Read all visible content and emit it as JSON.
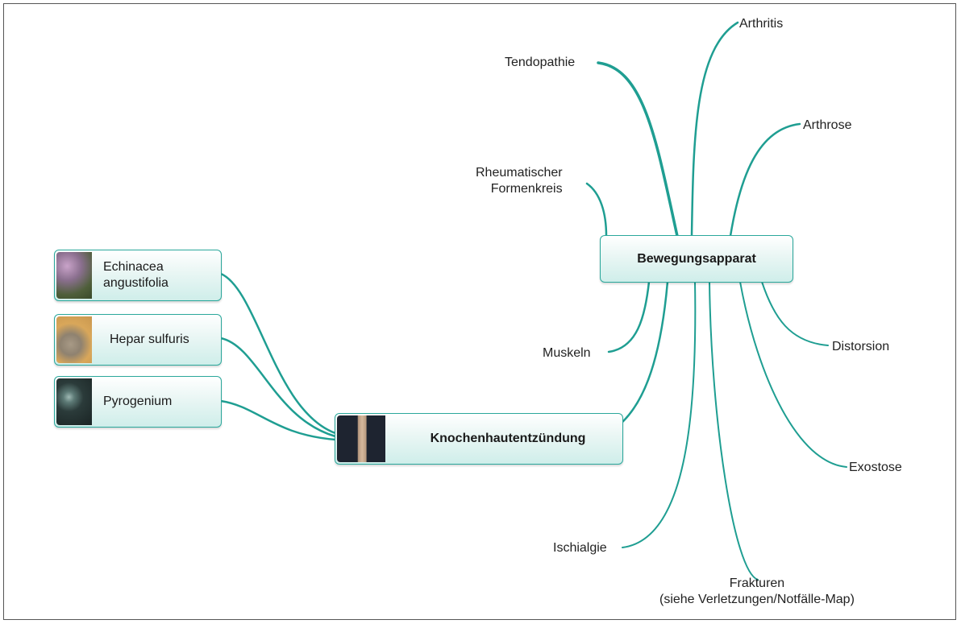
{
  "central": {
    "label": "Bewegungsapparat"
  },
  "sub_node": {
    "label": "Knochenhautentzündung"
  },
  "remedies": [
    {
      "label": "Echinacea\nangustifolia",
      "thumb_color": "#8a6f8e"
    },
    {
      "label": "Hepar sulfuris",
      "thumb_color": "#c9974e"
    },
    {
      "label": "Pyrogenium",
      "thumb_color": "#2b3b3a"
    }
  ],
  "branches": {
    "arthritis": "Arthritis",
    "tendopathie": "Tendopathie",
    "arthrose": "Arthrose",
    "rheumatischer": "Rheumatischer\nFormenkreis",
    "muskeln": "Muskeln",
    "distorsion": "Distorsion",
    "exostose": "Exostose",
    "ischialgie": "Ischialgie",
    "frakturen": "Frakturen\n(siehe Verletzungen/Notfälle-Map)"
  },
  "colors": {
    "link": "#1f9e92",
    "node_border": "#2aa79b"
  }
}
